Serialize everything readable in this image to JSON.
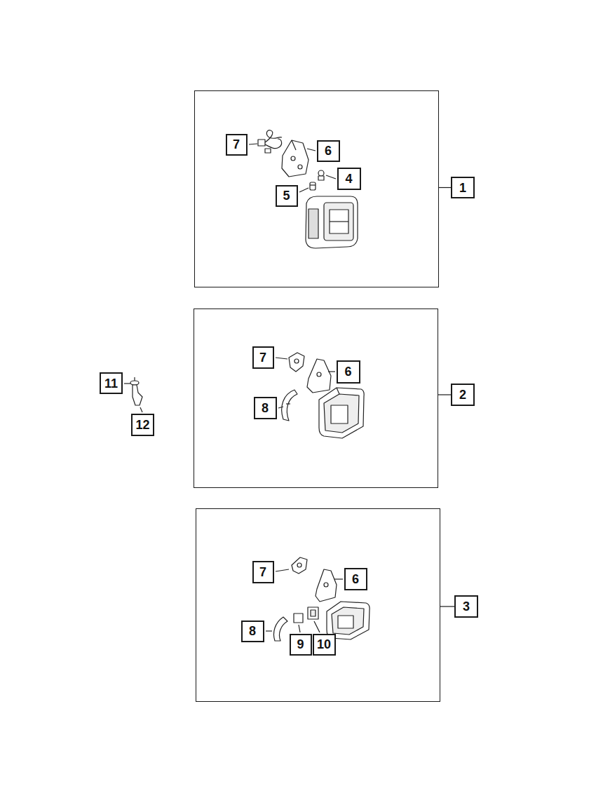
{
  "diagram": {
    "nodes": [
      {
        "text": []
      },
      {
        "text": [
          "7"
        ],
        "in": 0
      },
      {
        "text": [
          "6"
        ],
        "in": 0
      },
      {
        "text": [
          "4"
        ],
        "in": 0
      },
      {
        "text": [
          "5"
        ],
        "in": 0
      },
      {
        "text": [
          "1"
        ]
      },
      {
        "text": []
      },
      {
        "text": [
          "7"
        ],
        "in": 6
      },
      {
        "text": [
          "6"
        ],
        "in": 6
      },
      {
        "text": [
          "8"
        ],
        "in": 6
      },
      {
        "text": [
          "11"
        ]
      },
      {
        "text": [
          "12"
        ]
      },
      {
        "text": [
          "2"
        ]
      },
      {
        "text": []
      },
      {
        "text": [
          "7"
        ],
        "in": 13
      },
      {
        "text": [
          "6"
        ],
        "in": 13
      },
      {
        "text": [
          "8"
        ],
        "in": 13
      },
      {
        "text": [
          "9"
        ],
        "in": 13
      },
      {
        "text": [
          "10"
        ],
        "in": 13
      },
      {
        "text": [
          "3"
        ]
      }
    ],
    "edges": [
      {
        "from": 5,
        "to": 0,
        "arrow": "none"
      },
      {
        "from": 12,
        "to": 6,
        "arrow": "none"
      },
      {
        "from": 19,
        "to": 13,
        "arrow": "none"
      }
    ]
  }
}
